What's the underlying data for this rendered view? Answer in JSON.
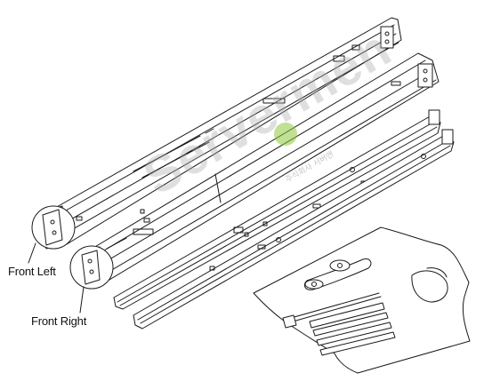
{
  "callouts": {
    "front_left": "Front Left",
    "front_right": "Front Right"
  },
  "watermark": {
    "logo_text": "Servermen",
    "sub_text": "주식회사 서버맨"
  },
  "icons": {
    "rail_1": "rail-left-outer-icon",
    "rail_2": "rail-right-outer-icon",
    "rail_3": "rail-inner-1-icon",
    "rail_4": "rail-inner-2-icon",
    "kit": "hardware-kit-bag-icon"
  },
  "colors": {
    "line": "#1a1a1a",
    "watermark_gray": "#aaaaaa",
    "watermark_green": "#8cc83c"
  }
}
